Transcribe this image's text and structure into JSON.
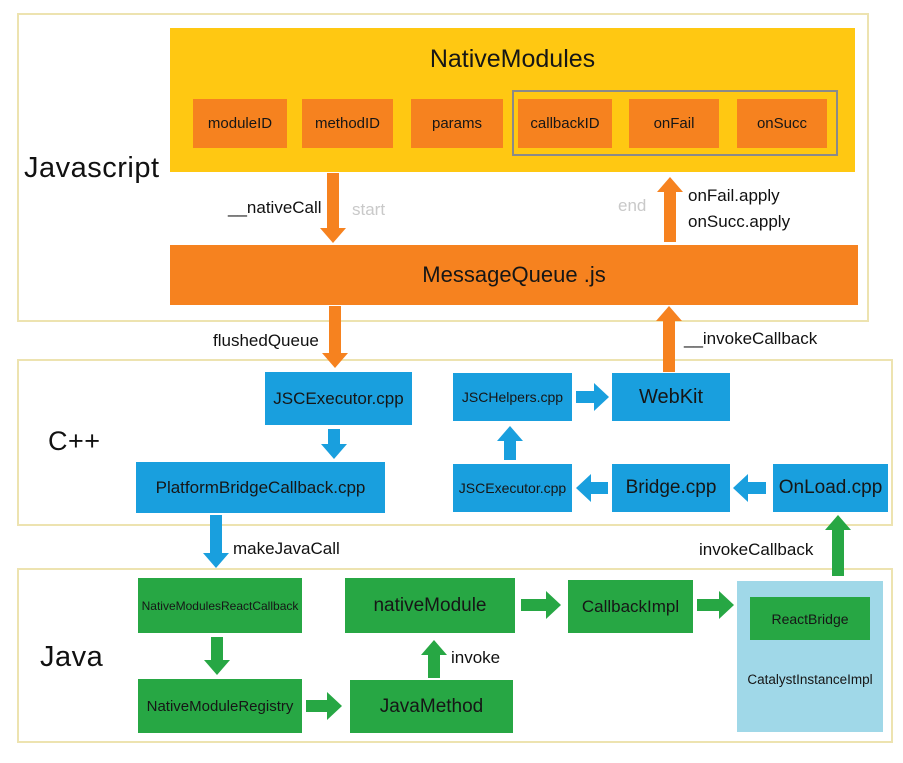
{
  "colors": {
    "yellow": "#ffc812",
    "orange": "#f6821f",
    "blue": "#199fde",
    "green": "#27a744",
    "lightblue": "#a0d8e8",
    "border": "#ede3b0",
    "groupborder": "#8a8a8a",
    "muted": "#c9c9c9",
    "text": "#1a1a1a"
  },
  "layers": {
    "javascript": {
      "label": "Javascript"
    },
    "cpp": {
      "label": "C++"
    },
    "java": {
      "label": "Java"
    }
  },
  "javascript": {
    "native_modules": {
      "title": "NativeModules",
      "module_id": "moduleID",
      "method_id": "methodID",
      "params": "params",
      "callback_id": "callbackID",
      "on_fail": "onFail",
      "on_succ": "onSucc"
    },
    "message_queue": "MessageQueue .js",
    "native_call_label": "__nativeCall",
    "start_label": "start",
    "end_label": "end",
    "on_fail_apply": "onFail.apply",
    "on_succ_apply": "onSucc.apply"
  },
  "cpp": {
    "flushed_queue_label": "flushedQueue",
    "invoke_callback_label": "__invokeCallback",
    "jsc_executor_1": "JSCExecutor.cpp",
    "platform_bridge_callback": "PlatformBridgeCallback.cpp",
    "jsc_helpers": "JSCHelpers.cpp",
    "webkit": "WebKit",
    "jsc_executor_2": "JSCExecutor.cpp",
    "bridge": "Bridge.cpp",
    "onload": "OnLoad.cpp",
    "make_java_call_label": "makeJavaCall"
  },
  "java": {
    "invoke_callback_label": "invokeCallback",
    "native_modules_react_callback": "NativeModulesReactCallback",
    "native_module": "nativeModule",
    "callback_impl": "CallbackImpl",
    "react_bridge": "ReactBridge",
    "catalyst_instance_impl": "CatalystInstanceImpl",
    "native_module_registry": "NativeModuleRegistry",
    "java_method": "JavaMethod",
    "invoke_label": "invoke"
  }
}
